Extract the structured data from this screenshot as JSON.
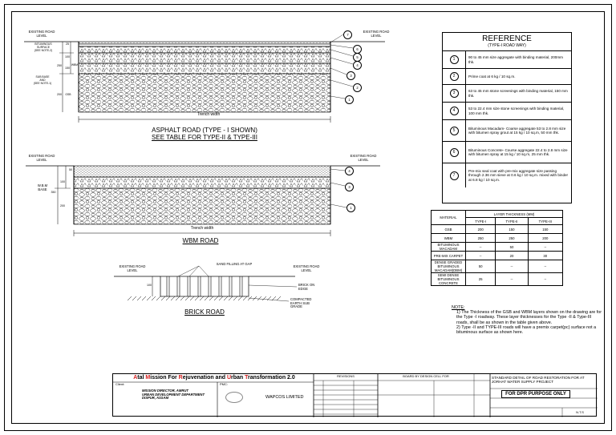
{
  "asphalt_section": {
    "left_label": "EXISTING ROAD\nLEVEL",
    "right_label": "EXISTING ROAD\nLEVEL",
    "bituminous_label": "BITUMINOUS\nSURFACE\n(SEE NOTE-2)",
    "subbase_label": "SUB BASE\nAND\n(SEE NOTE-1)",
    "dims": [
      "25",
      "100",
      "250",
      "150",
      "200"
    ],
    "dim_tags": [
      "WBM",
      "GSB"
    ],
    "trench": "Trench width",
    "caption": "ASPHALT ROAD (TYPE - I SHOWN)",
    "caption2": "SEE TABLE FOR TYPE-II & TYPE-III",
    "callouts": [
      "7",
      "6",
      "5",
      "4",
      "3",
      "2",
      "1"
    ]
  },
  "wbm_section": {
    "left_label": "EXISTING ROAD\nLEVEL",
    "right_label": "EXISTING ROAD\nLEVEL",
    "base_label": "W.B.M\nBASE",
    "dims": [
      "50",
      "100",
      "200",
      "350"
    ],
    "trench": "Trench width",
    "caption": "WBM ROAD",
    "callouts": [
      "4",
      "3",
      "1"
    ]
  },
  "brick_section": {
    "left_label": "EXISTING ROAD\nLEVEL",
    "right_label": "EXISTING ROAD\nLEVEL",
    "sand": "SAND FILLING AT GAP",
    "brick_edge": "BRICK ON\nEDGE",
    "earth": "COMPACTED\nEARTH SUB\nGRADE",
    "dim": "100",
    "caption": "BRICK ROAD"
  },
  "reference": {
    "title": "REFERENCE",
    "subtitle": "(TYPE-I ROAD WAY)",
    "items": [
      {
        "num": "1",
        "text": "90 to 45 mm size aggregate with binding material, 200mm thk."
      },
      {
        "num": "2",
        "text": "Prime coat at 6 kg / 10 sq.m."
      },
      {
        "num": "3",
        "text": "63 to 45 mm stone screenings with binding material, 150 mm thk."
      },
      {
        "num": "4",
        "text": "53 to 22.4 mm size stone screenings with binding material, 100 mm thk."
      },
      {
        "num": "5",
        "text": "Bituminous Macadam- Coarse aggregate 53 to 2.8 mm size with bitumen spray grout at 15 kg / 10 sq.m, 50 mm thk."
      },
      {
        "num": "6",
        "text": "Bituminous Concrete- Course aggregate 22.4 to 2.8 mm size with bitumen spray at 15 kg / 10 sq.m, 25 mm thk."
      },
      {
        "num": "7",
        "text": "Pre-mix seal coat with pre-mix aggregate size passing through 2.36 mm sieve at 0.6 kg / 10 sq.m. mixed with binder at 6.8 kg / 10 sq.m."
      }
    ]
  },
  "thickness_table": {
    "header_material": "MATERIAL",
    "header_group": "LAYER THICKNESS (MM)",
    "types": [
      "TYPE-I",
      "TYPE-II",
      "TYPE-III"
    ],
    "rows": [
      {
        "material": "GSB",
        "values": [
          "200",
          "150",
          "150"
        ]
      },
      {
        "material": "WBM",
        "values": [
          "250",
          "250",
          "200"
        ]
      },
      {
        "material": "BITUMINOUS MACADAM",
        "values": [
          "--",
          "50",
          "--"
        ]
      },
      {
        "material": "PRE-MIX CARPET",
        "values": [
          "--",
          "20",
          "30"
        ]
      },
      {
        "material": "DENSE GRADED BITUMINOUS MACADAM(DBM)",
        "values": [
          "50",
          "--",
          "--"
        ]
      },
      {
        "material": "SEMI DENSE BITUMINOUS CONCRETE",
        "values": [
          "25",
          "--",
          "--"
        ]
      }
    ]
  },
  "notes": {
    "heading": "NOTE:",
    "items": [
      "1)  The Thickness of the GSB and WBM layers shown on the drawing are for the Type -I roadway. These layer thicknesses for the Type -II & Type-III roads, shall be as shown in the table given above.",
      "2)  Type -II and TYPE-III roads will have a premix carpet(pc) surface not a bituminous surface as shown here."
    ]
  },
  "title_block": {
    "mission_a": "A",
    "mission_a_rest": "tal ",
    "mission_m": "M",
    "mission_m_rest": "ission For ",
    "mission_r": "R",
    "mission_r_rest": "ejuvenation and ",
    "mission_u": "U",
    "mission_u_rest": "rban ",
    "mission_t": "T",
    "mission_t_rest": "ransformation 2.0",
    "client_label": "Client:",
    "client_text": "MISSION DIRECTOR, AMRUT\nURBAN DEVELOPMENT DEPARTMENT\nDISPUR, ASSAM",
    "pmc_label": "PMC:",
    "wapcos": "WAPCOS LIMITED",
    "revision": "REVISIONS",
    "board": "BOARD BY DESIGN CELL FOR",
    "drawing_title": "STANDARD DETAIL OF ROAD RESTORATION FOR AT JORHAT WATER SUPPLY PROJECT",
    "purpose": "FOR DPR PURPOSE ONLY",
    "scale": "N.T.S"
  },
  "colors": {
    "line": "#000000",
    "mission_red": "#d62020"
  }
}
